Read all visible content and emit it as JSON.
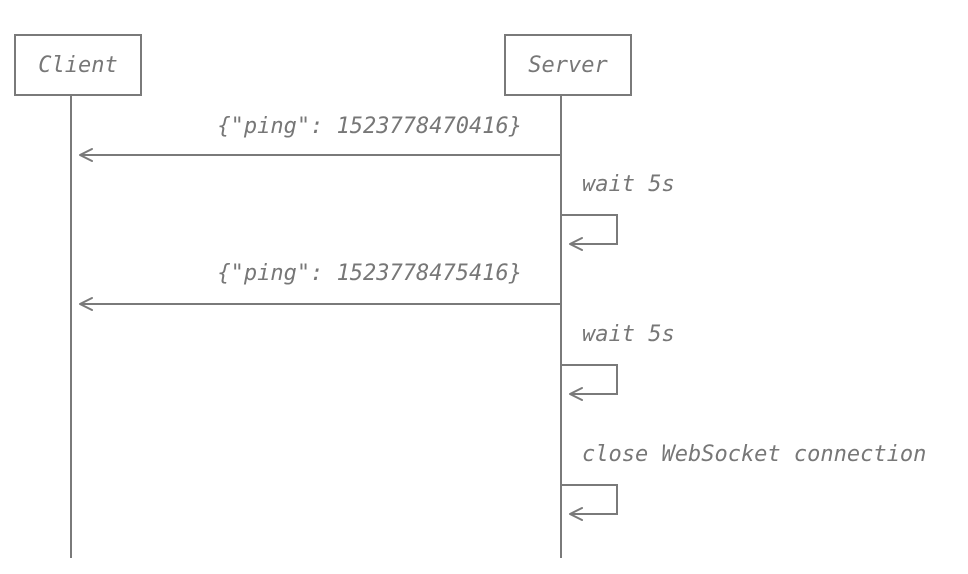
{
  "diagram": {
    "type": "sequence",
    "participants": [
      {
        "id": "client",
        "label": "Client"
      },
      {
        "id": "server",
        "label": "Server"
      }
    ],
    "messages": [
      {
        "from": "server",
        "to": "client",
        "label": "{\"ping\": 1523778470416}"
      },
      {
        "from": "server",
        "to": "server",
        "label": "wait 5s"
      },
      {
        "from": "server",
        "to": "client",
        "label": "{\"ping\": 1523778475416}"
      },
      {
        "from": "server",
        "to": "server",
        "label": "wait 5s"
      },
      {
        "from": "server",
        "to": "server",
        "label": "close WebSocket connection"
      }
    ],
    "colors": {
      "stroke": "#7a7a7a",
      "text": "#777777",
      "background": "#ffffff"
    }
  }
}
